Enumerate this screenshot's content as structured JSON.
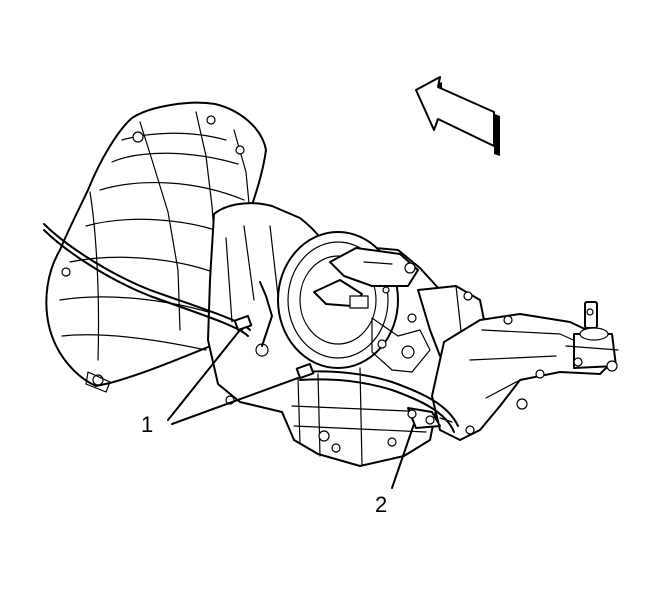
{
  "callouts": [
    {
      "id": "1",
      "label": "1"
    },
    {
      "id": "2",
      "label": "2"
    }
  ],
  "icons": {
    "direction_arrow": "forward-direction-arrow-icon"
  },
  "colors": {
    "line": "#000000",
    "background": "#ffffff"
  }
}
